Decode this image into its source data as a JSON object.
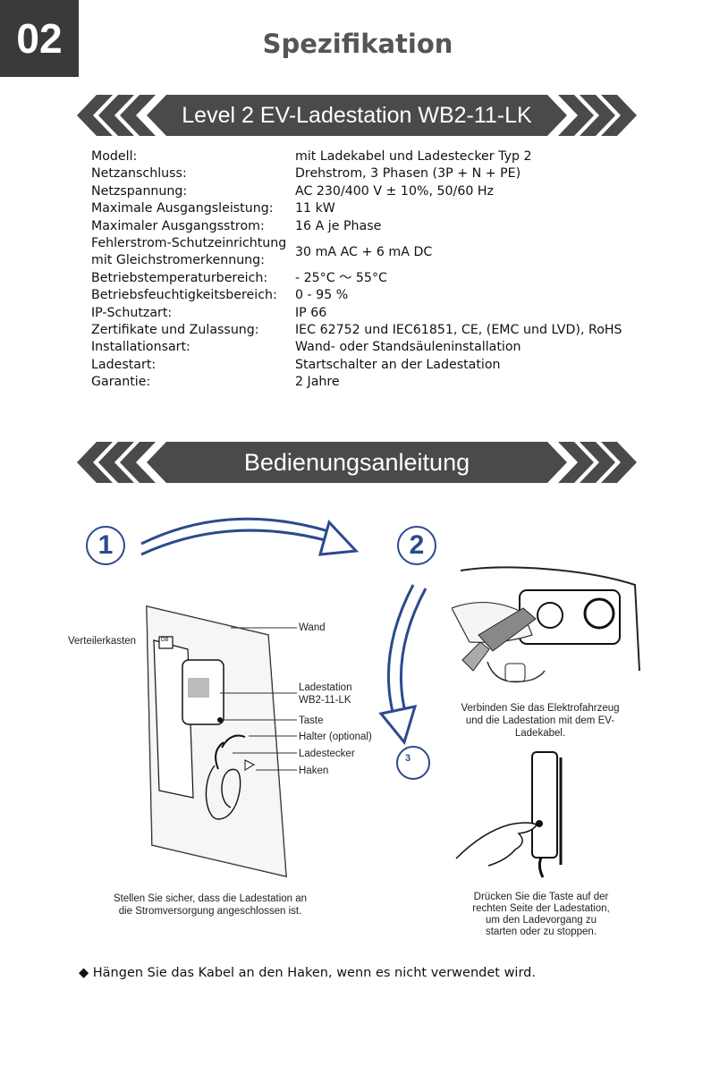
{
  "page_number": "02",
  "page_title": "Spezifikation",
  "spec_banner": "Level 2 EV-Ladestation WB2-11-LK",
  "specs": [
    {
      "label": "Modell:",
      "value": "mit Ladekabel und Ladestecker Typ 2"
    },
    {
      "label": "Netzanschluss:",
      "value": "Drehstrom, 3 Phasen (3P + N + PE)"
    },
    {
      "label": "Netzspannung:",
      "value": "AC 230/400 V ± 10%, 50/60 Hz"
    },
    {
      "label": "Maximale Ausgangsleistung:",
      "value": "11 kW"
    },
    {
      "label": "Maximaler Ausgangsstrom:",
      "value": "16 A je Phase"
    },
    {
      "label": "Fehlerstrom-Schutzeinrichtung mit Gleichstromerkennung:",
      "value": "30 mA AC + 6 mA DC"
    },
    {
      "label": "Betriebstemperaturbereich:",
      "value": "- 25°C ～ 55°C"
    },
    {
      "label": "Betriebsfeuchtigkeitsbereich:",
      "value": "0 - 95 %"
    },
    {
      "label": "IP-Schutzart:",
      "value": "IP 66"
    },
    {
      "label": "Zertifikate und Zulassung:",
      "value": "IEC 62752 und IEC61851, CE, (EMC und LVD), RoHS"
    },
    {
      "label": "Installationsart:",
      "value": "Wand- oder Standsäuleninstallation"
    },
    {
      "label": "Ladestart:",
      "value": "Startschalter an der Ladestation"
    },
    {
      "label": "Garantie:",
      "value": "2 Jahre"
    }
  ],
  "manual_banner": "Bedienungsanleitung",
  "steps": {
    "one": "1",
    "two": "2",
    "three": "3"
  },
  "diagram_labels": {
    "distribution_box": "Verteilerkasten",
    "wall": "Wand",
    "station_line1": "Ladestation",
    "station_line2": "WB2-11-LK",
    "button": "Taste",
    "holder": "Halter (optional)",
    "plug": "Ladestecker",
    "hook": "Haken",
    "box_tag": "DB"
  },
  "captions": {
    "step1": [
      "Stellen Sie sicher, dass die Ladestation an",
      "die Stromversorgung angeschlossen ist."
    ],
    "step2": [
      "Verbinden Sie das Elektrofahrzeug",
      "und die Ladestation mit dem EV-",
      "Ladekabel."
    ],
    "step3": [
      "Drücken Sie die Taste auf der",
      "rechten Seite der Ladestation,",
      "um den Ladevorgang zu",
      "starten oder zu stoppen."
    ]
  },
  "note_bullet": "◆",
  "note": "Hängen Sie das Kabel an den Haken, wenn es nicht verwendet wird.",
  "colors": {
    "banner": "#4a4a4a",
    "accent": "#2c4a8e",
    "page_box": "#3a3a3a"
  }
}
